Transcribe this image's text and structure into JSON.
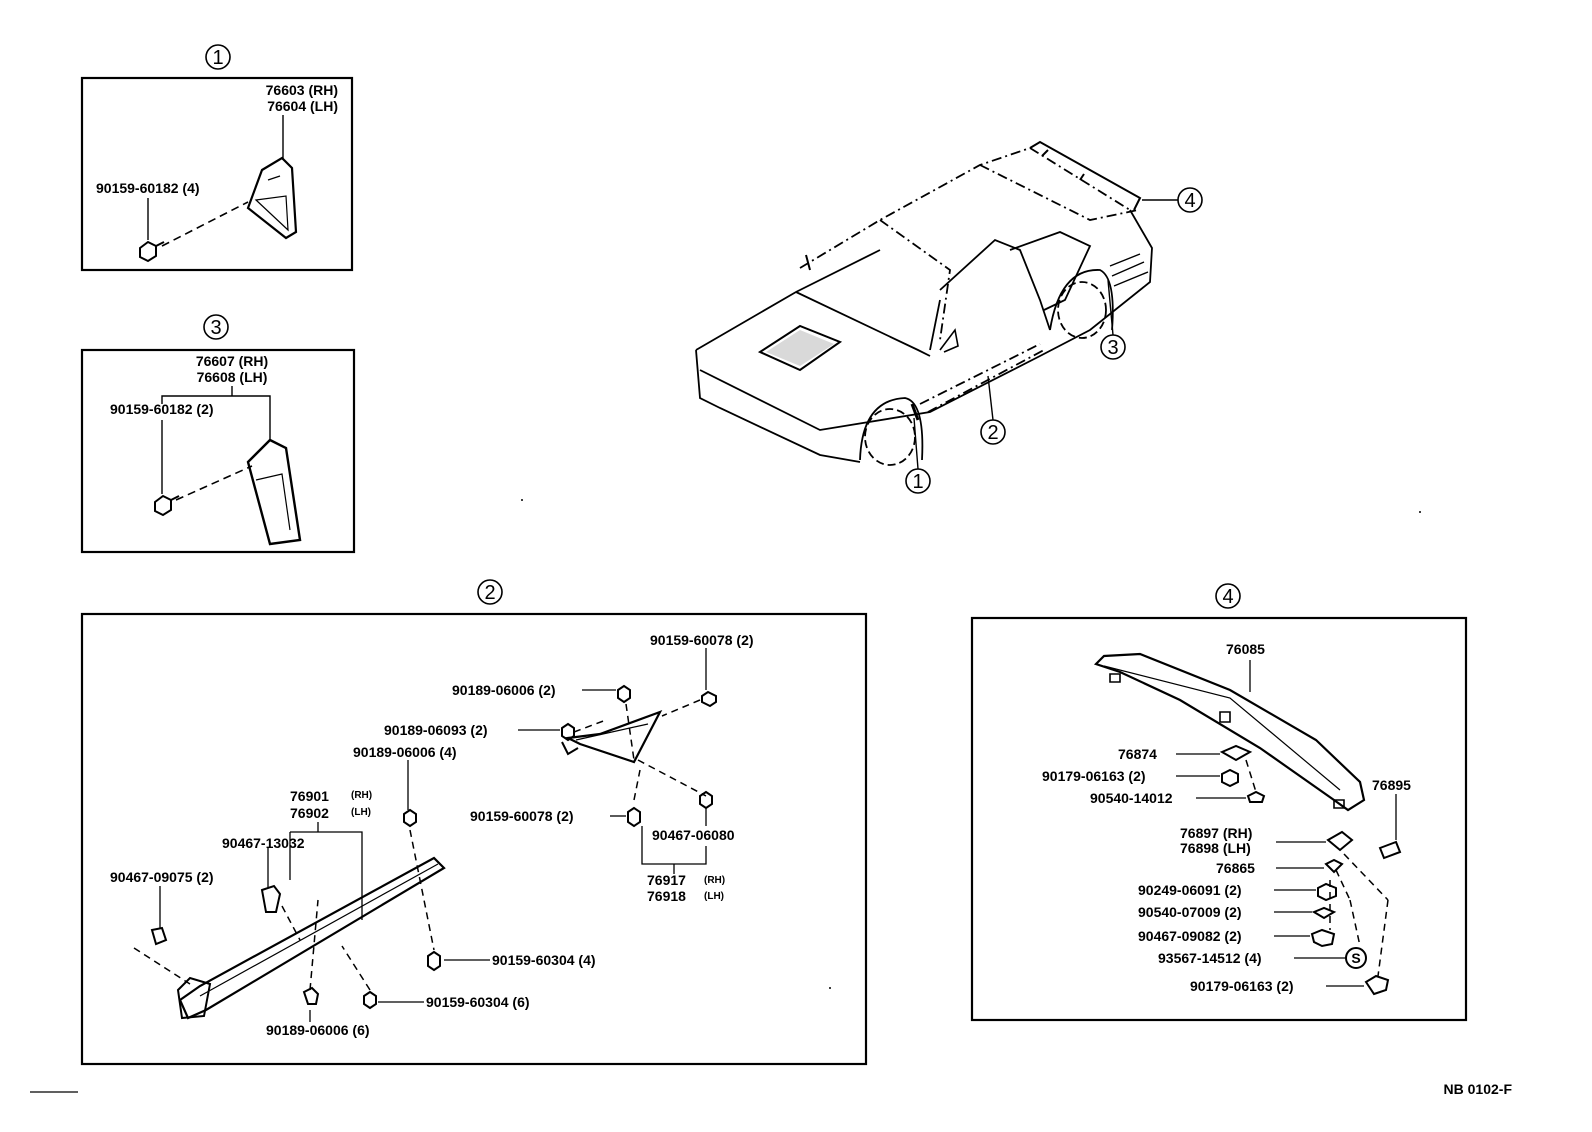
{
  "panel1": {
    "marker": "1",
    "part_rh": "76603 (RH)",
    "part_lh": "76604 (LH)",
    "bolt": "90159-60182 (4)"
  },
  "panel3": {
    "marker": "3",
    "part_rh": "76607 (RH)",
    "part_lh": "76608 (LH)",
    "bolt": "90159-60182 (2)"
  },
  "car": {
    "c1": "1",
    "c2": "2",
    "c3": "3",
    "c4": "4"
  },
  "panel2": {
    "marker": "2",
    "l01": "90159-60078 (2)",
    "l02": "90189-06006 (2)",
    "l03": "90189-06093 (2)",
    "l04": "90189-06006 (4)",
    "l05_num": "76901",
    "l05_side": "(RH)",
    "l06_num": "76902",
    "l06_side": "(LH)",
    "l07": "90467-13032",
    "l08": "90467-09075 (2)",
    "l09": "90159-60078 (2)",
    "l10": "90467-06080",
    "l11_num": "76917",
    "l11_side": "(RH)",
    "l12_num": "76918",
    "l12_side": "(LH)",
    "l13": "90159-60304 (4)",
    "l14": "90159-60304 (6)",
    "l15": "90189-06006 (6)"
  },
  "panel4": {
    "marker": "4",
    "l01": "76085",
    "l02": "76874",
    "l03": "90179-06163 (2)",
    "l04": "90540-14012",
    "l05": "76895",
    "l06": "76897 (RH)",
    "l07": "76898 (LH)",
    "l08": "76865",
    "l09": "90249-06091 (2)",
    "l10": "90540-07009 (2)",
    "l11": "90467-09082 (2)",
    "l12": "93567-14512 (4)",
    "l13": "90179-06163 (2)",
    "s_mark": "S"
  },
  "footer": {
    "code": "NB  0102-F"
  }
}
